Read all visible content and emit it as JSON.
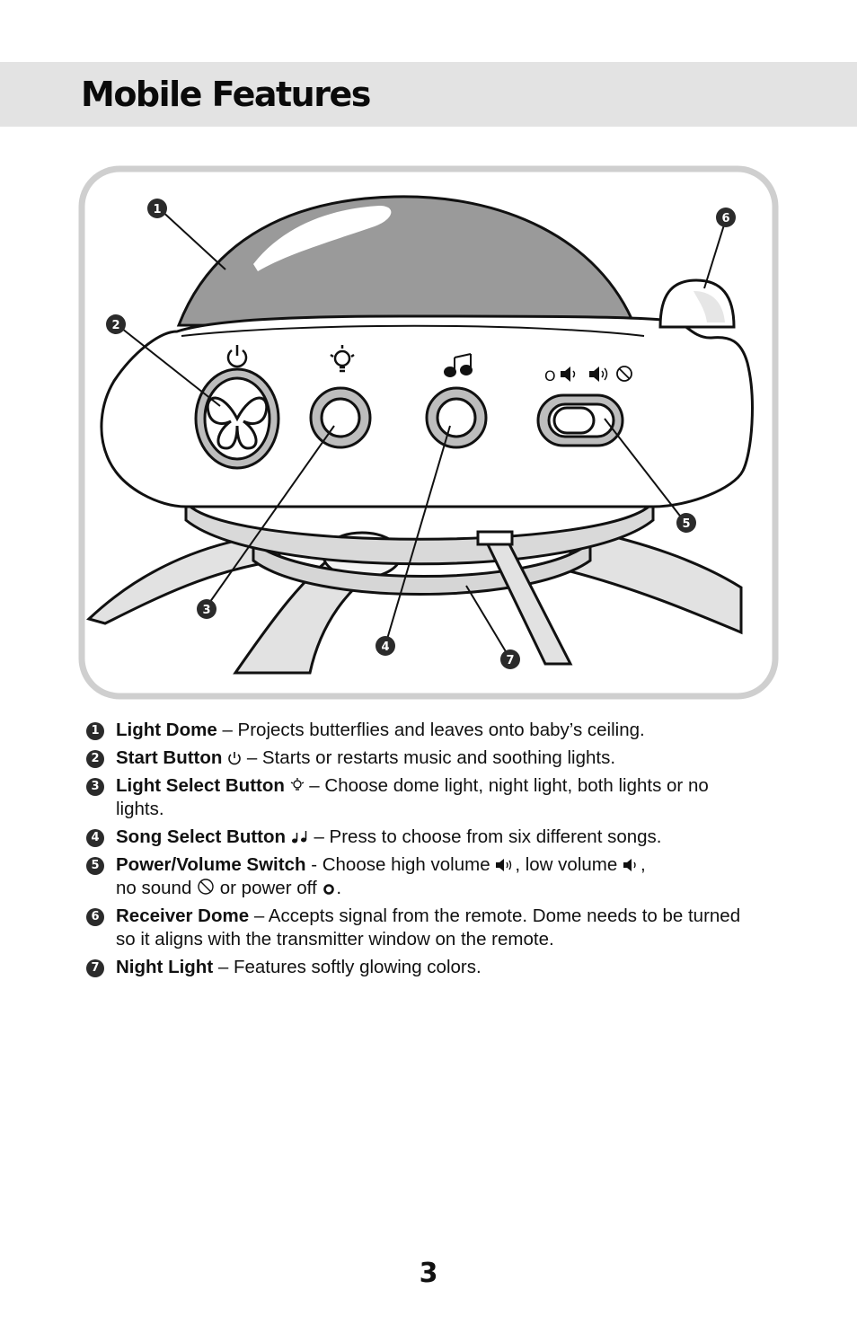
{
  "header": {
    "title": "Mobile Features"
  },
  "figure": {
    "callouts": [
      "1",
      "2",
      "3",
      "4",
      "5",
      "6",
      "7"
    ],
    "volume_indicator_off": "O"
  },
  "features": [
    {
      "num": "1",
      "name": "Light Dome",
      "text": " – Projects butterflies and leaves onto baby’s ceiling."
    },
    {
      "num": "2",
      "name": "Start Button",
      "icon": "power-icon",
      "text": " – Starts or restarts music and soothing lights."
    },
    {
      "num": "3",
      "name": "Light Select Button",
      "icon": "light-bulb-icon",
      "text": " – Choose dome light, night light, both lights or no lights."
    },
    {
      "num": "4",
      "name": "Song Select Button",
      "icon": "music-notes-icon",
      "text": " – Press to choose from six different songs."
    },
    {
      "num": "5",
      "name": "Power/Volume Switch",
      "text_a": " -  Choose high volume",
      "text_b": ", low volume",
      "text_c": ",",
      "text_d": "no sound",
      "text_e": " or power off",
      "text_f": "."
    },
    {
      "num": "6",
      "name": "Receiver Dome",
      "text": " – Accepts signal from the remote. Dome needs to be turned so it aligns with the transmitter window on the remote."
    },
    {
      "num": "7",
      "name": "Night Light",
      "text": " – Features softly glowing colors."
    }
  ],
  "footer": {
    "page_number": "3"
  },
  "colors": {
    "band": "#e3e3e3",
    "dome": "#9a9a9a",
    "panel_border": "#c8c8c8",
    "callout": "#2b2b2b"
  }
}
